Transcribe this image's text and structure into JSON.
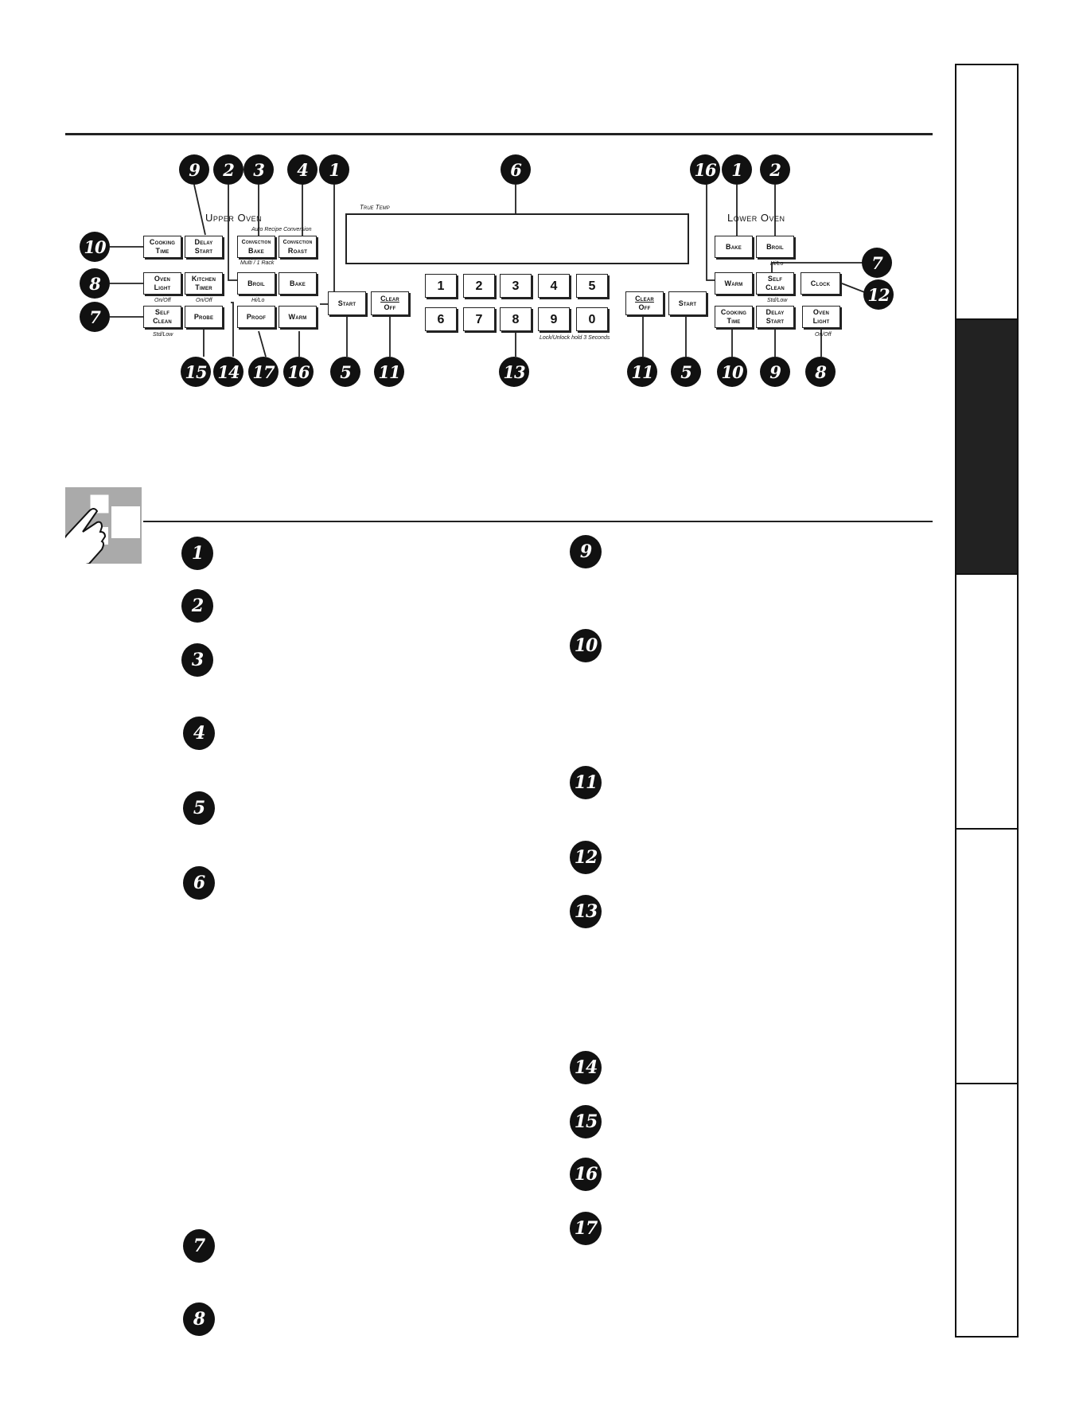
{
  "panel": {
    "upper_oven_label": "Upper Oven",
    "lower_oven_label": "Lower Oven",
    "display_label": "True Temp",
    "sub_auto_recipe": "Auto Recipe Conversion",
    "sub_multi_rack": "Multi / 1 Rack",
    "sub_hi_lo_upper": "Hi/Lo",
    "sub_on_off_left": "On/Off",
    "sub_on_off_timer": "On/Off",
    "sub_std_low_left": "Std/Low",
    "sub_lock_unlock": "Lock/Unlock hold 3 Seconds",
    "sub_hi_lo_lower": "Hi/Lo",
    "sub_std_low_right": "Std/Low",
    "sub_on_off_right": "On/Off",
    "keys": {
      "cooking_time_1": "Cooking",
      "cooking_time_2": "Time",
      "delay_start_1": "Delay",
      "delay_start_2": "Start",
      "conv_bake_1": "Convection",
      "conv_bake_2": "Bake",
      "conv_roast_1": "Convection",
      "conv_roast_2": "Roast",
      "oven_light_1": "Oven",
      "oven_light_2": "Light",
      "kitchen_timer_1": "Kitchen",
      "kitchen_timer_2": "Timer",
      "broil": "Broil",
      "bake": "Bake",
      "self_clean_1": "Self",
      "self_clean_2": "Clean",
      "probe": "Probe",
      "proof": "Proof",
      "warm": "Warm",
      "start": "Start",
      "clear": "Clear",
      "off": "Off",
      "digits": [
        "1",
        "2",
        "3",
        "4",
        "5",
        "6",
        "7",
        "8",
        "9",
        "0"
      ],
      "lower_bake": "Bake",
      "lower_broil": "Broil",
      "lower_warm": "Warm",
      "lower_self_1": "Self",
      "lower_self_2": "Clean",
      "clock": "Clock",
      "lower_clear": "Clear",
      "lower_off": "Off",
      "lower_start": "Start",
      "lower_cook_1": "Cooking",
      "lower_cook_2": "Time",
      "lower_delay_1": "Delay",
      "lower_delay_2": "Start",
      "lower_light_1": "Oven",
      "lower_light_2": "Light"
    }
  },
  "callouts": {
    "top": [
      "9",
      "2",
      "3",
      "4",
      "1",
      "6",
      "16",
      "1",
      "2"
    ],
    "left": [
      "10",
      "8",
      "7"
    ],
    "right": [
      "7",
      "12"
    ],
    "bottom": [
      "15",
      "14",
      "17",
      "16",
      "5",
      "11",
      "13",
      "11",
      "5",
      "10",
      "9",
      "8"
    ]
  },
  "list": {
    "left": [
      "1",
      "2",
      "3",
      "4",
      "5",
      "6",
      "7",
      "8"
    ],
    "right": [
      "9",
      "10",
      "11",
      "12",
      "13",
      "14",
      "15",
      "16",
      "17"
    ]
  }
}
